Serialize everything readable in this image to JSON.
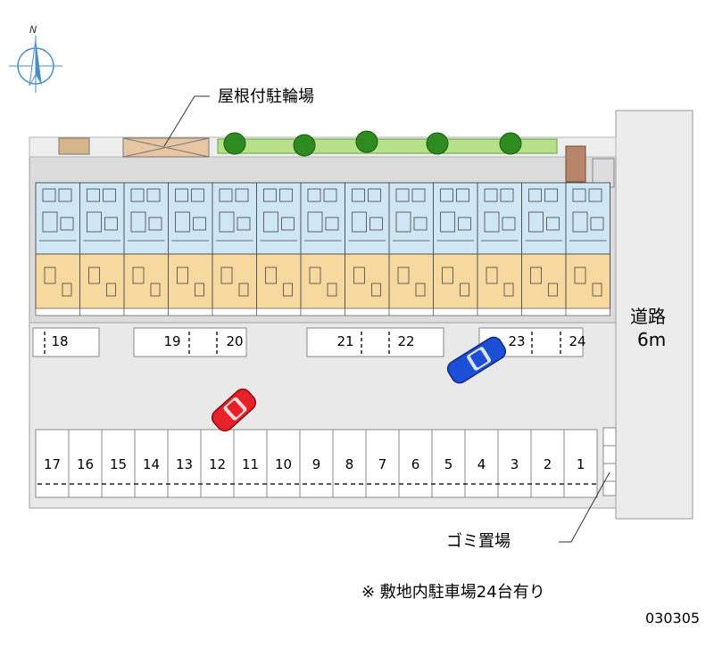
{
  "compass": {
    "north": "N",
    "icon": "compass-north-icon"
  },
  "labels": {
    "bicycle_parking": "屋根付駐輪場",
    "road_name": "道路",
    "road_width": "6m",
    "garbage": "ゴミ置場",
    "note": "※ 敷地内駐車場24台有り",
    "code": "030305"
  },
  "parking_top_row": [
    "18",
    "19",
    "20",
    "21",
    "22",
    "23",
    "24"
  ],
  "parking_bottom_row": [
    "17",
    "16",
    "15",
    "14",
    "13",
    "12",
    "11",
    "10",
    "9",
    "8",
    "7",
    "6",
    "5",
    "4",
    "3",
    "2",
    "1"
  ],
  "cars": [
    {
      "name": "red-car",
      "color": "#e8202a"
    },
    {
      "name": "blue-car",
      "color": "#1d4fd6"
    }
  ],
  "building": {
    "units": 13
  },
  "colors": {
    "site": "#dcdcdc",
    "lot_surface": "#e9e9e9",
    "road": "#ececec",
    "unit_upper": "#cfe6f5",
    "unit_lower": "#f7d9a0",
    "hedge": "#b7e08a",
    "tree": "#2e8b1f"
  }
}
